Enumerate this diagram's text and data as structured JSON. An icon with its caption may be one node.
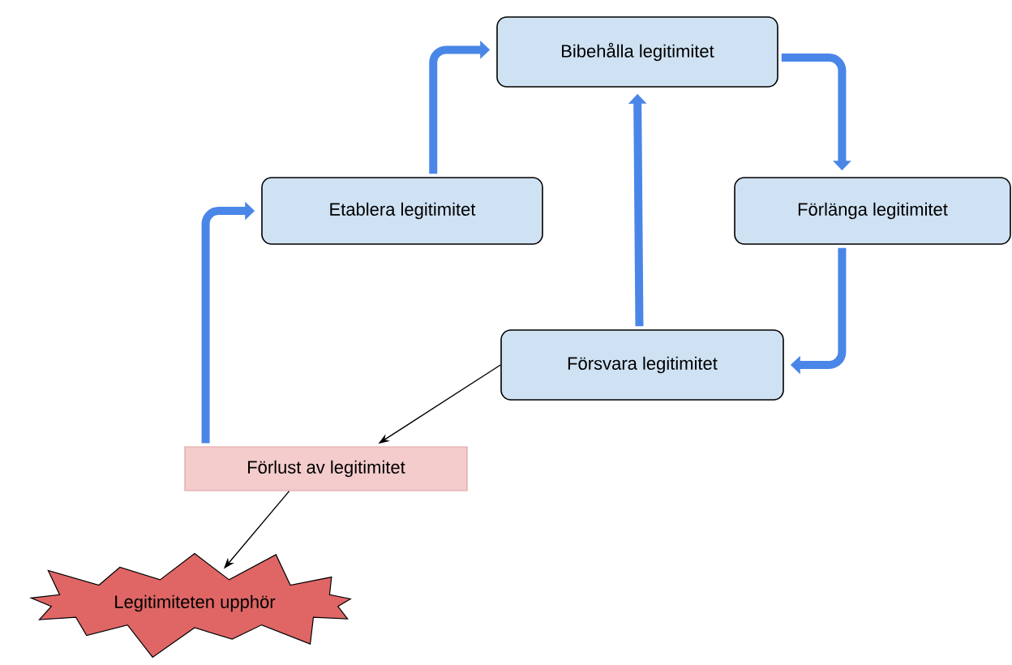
{
  "diagram": {
    "nodes": [
      {
        "text": [
          "Bibehålla legitimitet"
        ]
      },
      {
        "text": [
          "Etablera legitimitet"
        ]
      },
      {
        "text": [
          "Förlänga legitimitet"
        ]
      },
      {
        "text": [
          "Försvara legitimitet"
        ]
      },
      {
        "text": [
          "Förlust av legitimitet"
        ]
      },
      {
        "text": [
          "Legitimiteten upphör"
        ]
      }
    ],
    "edges": [
      {
        "from": 1,
        "to": 0,
        "arrow": "to"
      },
      {
        "from": 0,
        "to": 2,
        "arrow": "to"
      },
      {
        "from": 2,
        "to": 3,
        "arrow": "to"
      },
      {
        "from": 3,
        "to": 0,
        "arrow": "to"
      },
      {
        "from": 4,
        "to": 1,
        "arrow": "to"
      },
      {
        "from": 3,
        "to": 4,
        "arrow": "to",
        "color": "#000000"
      },
      {
        "from": 4,
        "to": 5,
        "arrow": "to",
        "color": "#000000"
      }
    ]
  }
}
